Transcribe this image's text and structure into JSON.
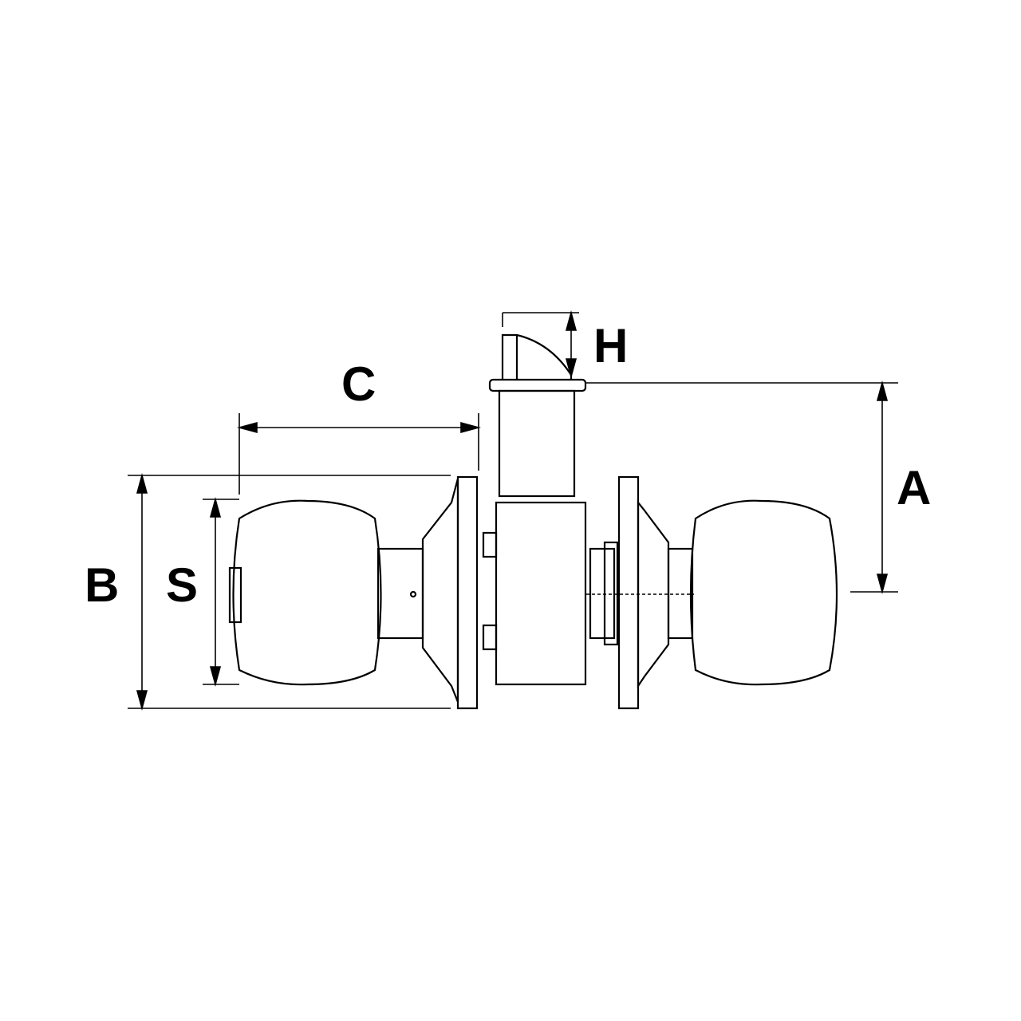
{
  "diagram": {
    "subject": "door knob lockset dimension drawing",
    "labels": {
      "a": "A",
      "b": "B",
      "c": "C",
      "h": "H",
      "s": "S"
    },
    "colors": {
      "line": "#000000",
      "background": "#ffffff"
    }
  }
}
